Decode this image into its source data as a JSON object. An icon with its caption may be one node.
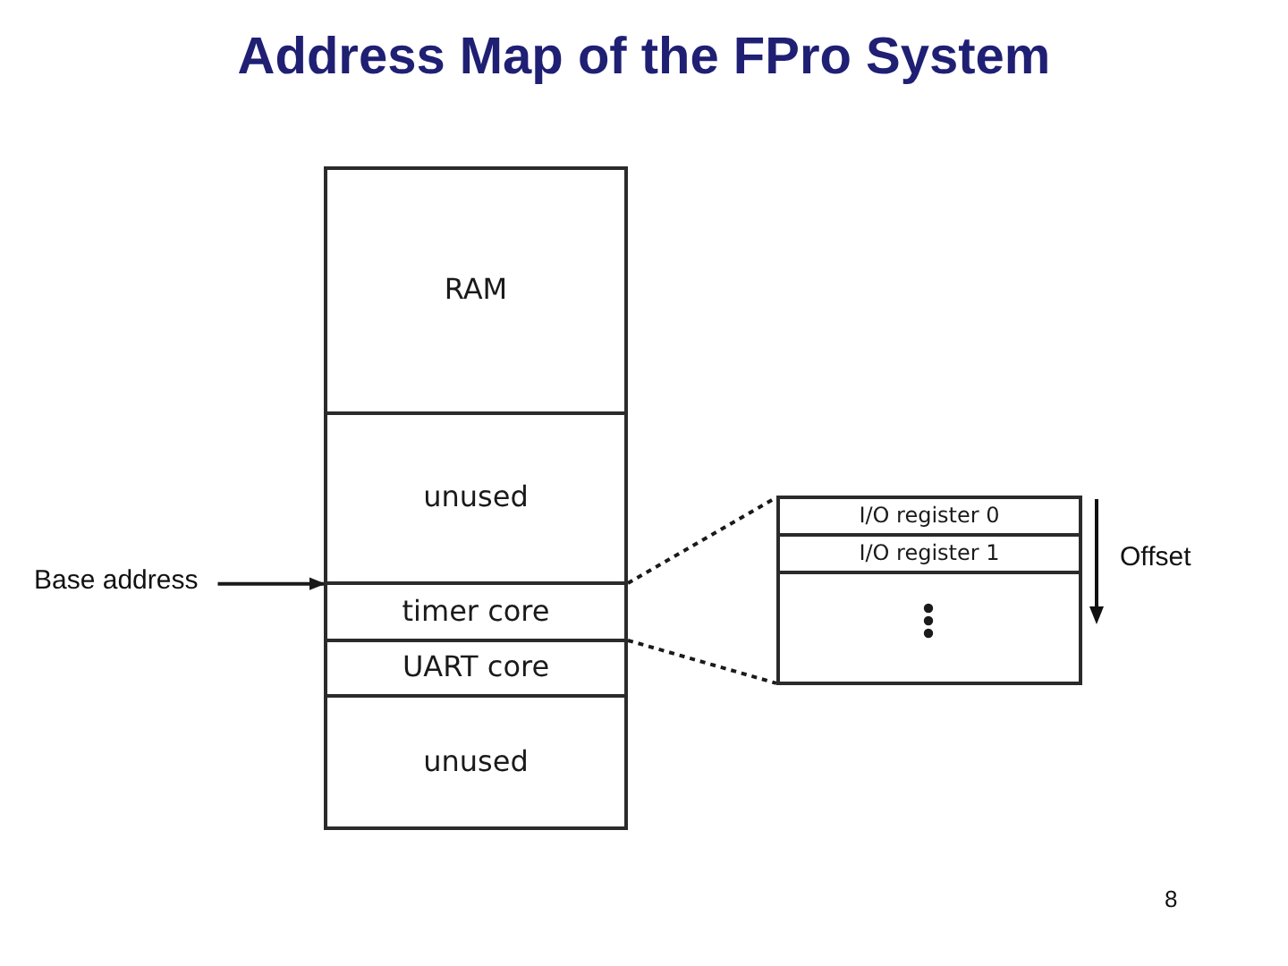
{
  "diagram": {
    "title": "Address Map of the FPro System",
    "nodes": [
      {
        "text": [
          "RAM"
        ]
      },
      {
        "text": [
          "unused"
        ]
      },
      {
        "text": [
          "timer core"
        ]
      },
      {
        "text": [
          "UART core"
        ]
      },
      {
        "text": [
          "unused"
        ]
      },
      {
        "text": [],
        "shape": "box"
      },
      {
        "text": [
          "I/O register 0"
        ],
        "in": 5
      },
      {
        "text": [
          "I/O register 1"
        ],
        "in": 5
      },
      {
        "text": [
          "Base address"
        ]
      }
    ],
    "edges": [
      {
        "from": 8,
        "to": 2,
        "arrow": "to"
      },
      {
        "from": 2,
        "to": 5,
        "arrow": "none",
        "style": "dashed"
      },
      {
        "from": 2,
        "to": 5,
        "arrow": "none",
        "style": "dashed"
      }
    ],
    "labels": [
      "Offset",
      "8"
    ]
  }
}
